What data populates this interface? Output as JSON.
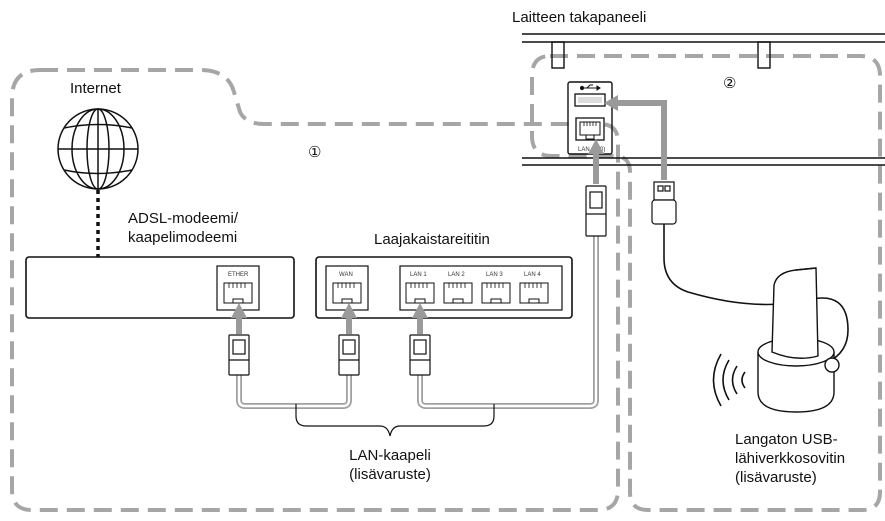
{
  "labels": {
    "rear_panel": "Laitteen takapaneeli",
    "internet": "Internet",
    "modem_line1": "ADSL-modeemi/",
    "modem_line2": "kaapelimodeemi",
    "router": "Laajakaistareititin",
    "lan_cable_line1": "LAN-kaapeli",
    "lan_cable_line2": "(lisävaruste)",
    "adapter_line1": "Langaton USB-",
    "adapter_line2": "lähiverkkosovitin",
    "adapter_line3": "(lisävaruste)",
    "step1": "①",
    "step2": "②"
  },
  "ports": {
    "ether": "ETHER",
    "wan": "WAN",
    "lan1": "LAN 1",
    "lan2": "LAN 2",
    "lan3": "LAN 3",
    "lan4": "LAN 4",
    "device_lan": "LAN (100)"
  },
  "colors": {
    "region_border": "#a6a6a6",
    "connection_arrow": "#9a9a9a",
    "cable": "#a0a0a0",
    "outline": "#111111"
  },
  "icons": [
    "globe-icon",
    "usb-icon",
    "ethernet-port-icon",
    "wireless-waves-icon"
  ]
}
